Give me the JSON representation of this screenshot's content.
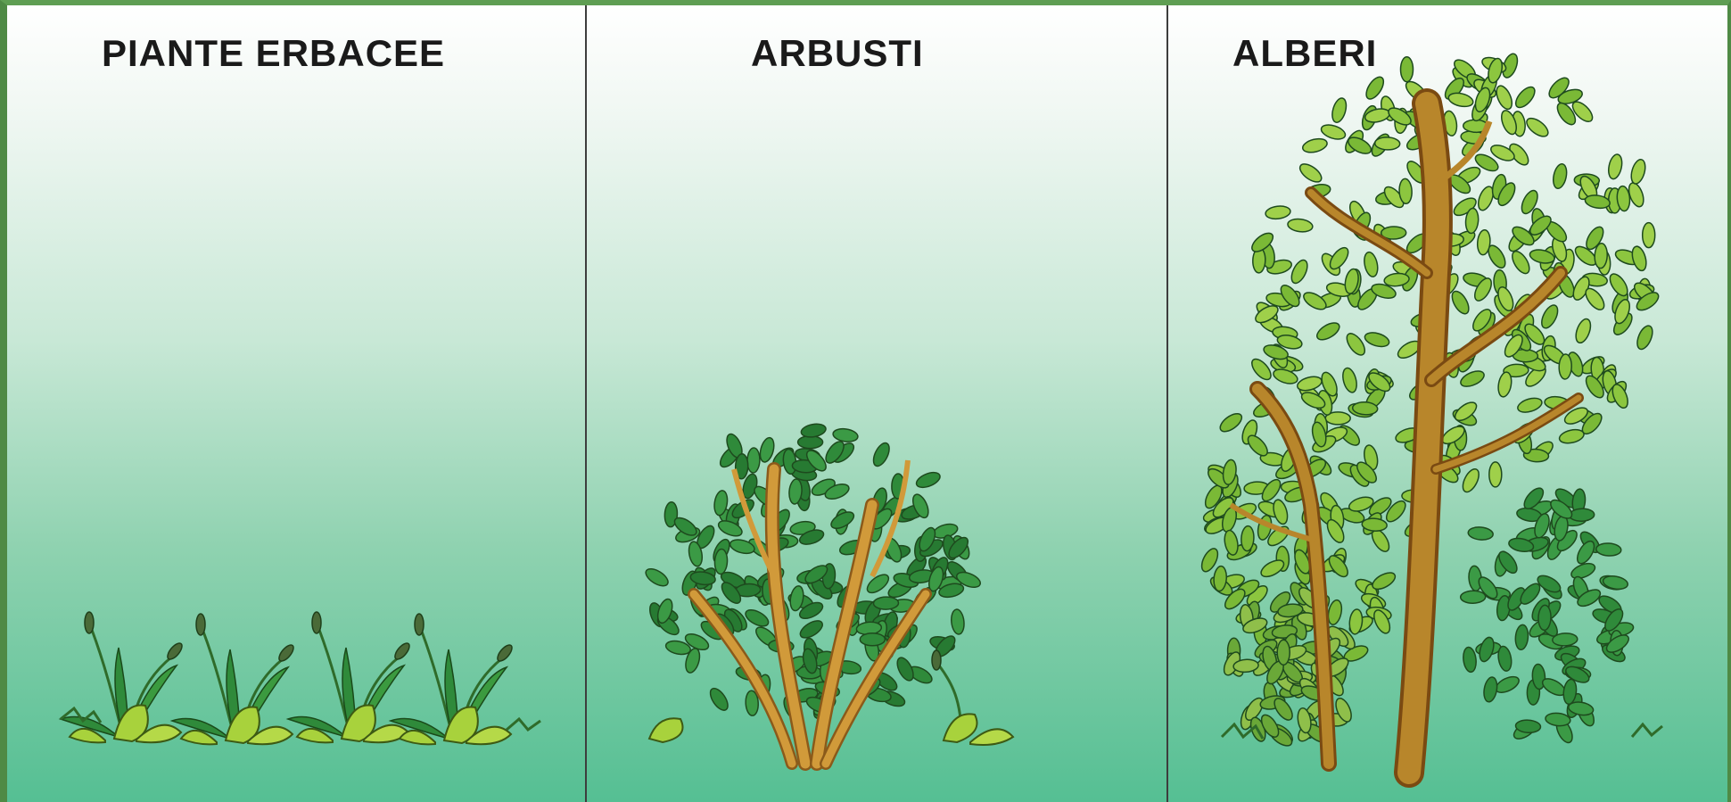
{
  "panels": [
    {
      "title": "PIANTE ERBACEE"
    },
    {
      "title": "ARBUSTI"
    },
    {
      "title": "ALBERI"
    }
  ],
  "colors": {
    "frame": "#4f8a45",
    "divider": "#3d3d3d",
    "leaf_dark": "#2f8a3a",
    "leaf_light": "#8cc63f",
    "bark": "#b8862b",
    "bark_dark": "#8b5a1a",
    "title": "#1a1a1a"
  }
}
